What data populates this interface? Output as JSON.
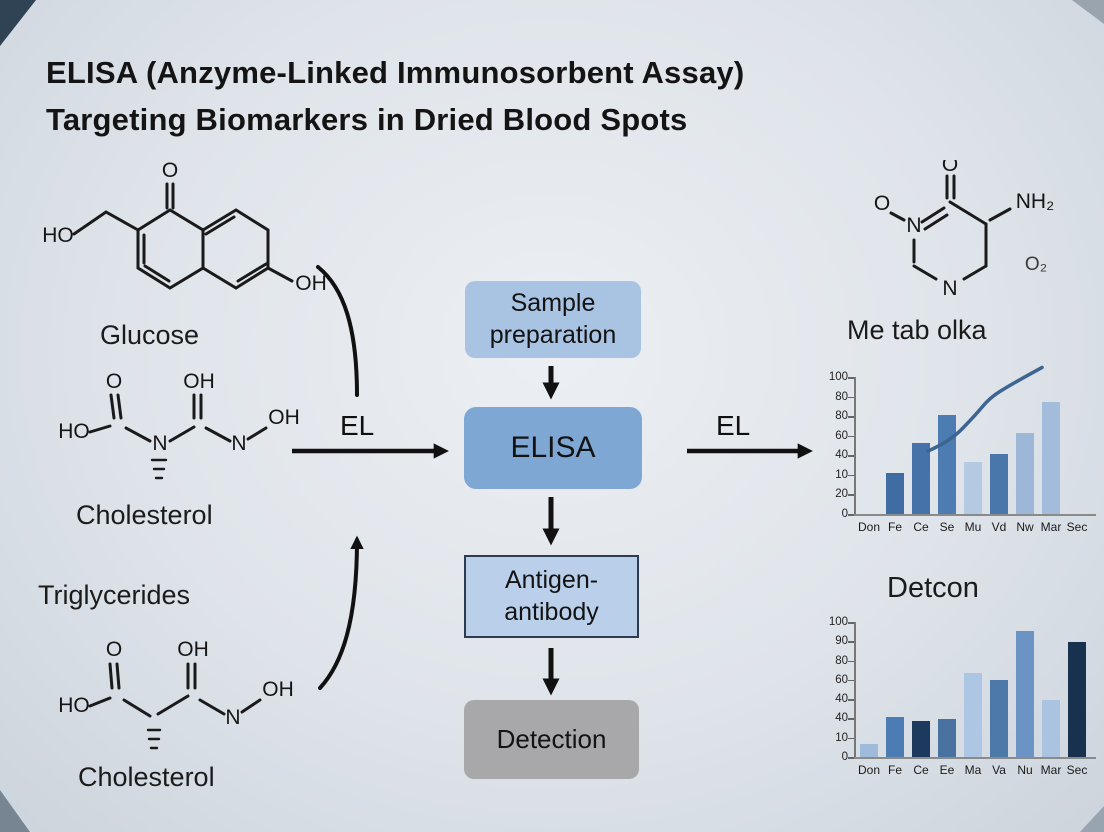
{
  "title": {
    "line1": "ELISA (Anzyme-Linked Immunosorbent Assay)",
    "line2": "Targeting Biomarkers in Dried Blood Spots"
  },
  "molecules": {
    "glucose": {
      "label": "Glucose",
      "atoms": {
        "ho": "HO",
        "o": "O",
        "oh": "OH"
      }
    },
    "cholesterol_top": {
      "label": "Cholesterol",
      "atoms": {
        "ho": "HO",
        "o": "O",
        "oh_top": "OH",
        "n_center": "N",
        "n_right": "N",
        "oh_right": "OH"
      }
    },
    "triglycerides": {
      "label": "Triglycerides"
    },
    "cholesterol_bottom": {
      "label": "Cholesterol",
      "atoms": {
        "ho": "HO",
        "o": "O",
        "oh_top": "OH",
        "n_right": "N",
        "oh_right": "OH"
      }
    },
    "metabolite": {
      "label": "Me tab olka",
      "atoms": {
        "o_top": "O",
        "o_left": "O",
        "n_left": "N",
        "n_bottom": "N",
        "nh2": "NH₂",
        "o2": "O₂"
      }
    }
  },
  "flowchart": {
    "sample_preparation": {
      "line1": "Sample",
      "line2": "preparation"
    },
    "elisa": {
      "label": "ELISA"
    },
    "antigen_antibody": {
      "line1": "Antigen-",
      "line2": "antibody"
    },
    "detection": {
      "label": "Detection"
    },
    "left_arrow_label": "EL",
    "right_arrow_label": "EL"
  },
  "chart_data": [
    {
      "id": "biomarker-trend",
      "type": "bar",
      "title": "",
      "categories": [
        "Don",
        "Fe",
        "Ce",
        "Se",
        "Mu",
        "Vd",
        "Nw",
        "Mar",
        "Sec"
      ],
      "values": [
        null,
        30,
        52,
        72,
        38,
        44,
        59,
        82,
        null
      ],
      "bar_colors": [
        "",
        "#3f6ca3",
        "#4573a9",
        "#4d7cb3",
        "#b4c9e2",
        "#4a77ab",
        "#9cb7d8",
        "#a3bcdb",
        ""
      ],
      "y_tick_labels": [
        "100",
        "80",
        "80",
        "60",
        "40",
        "10",
        "20",
        "0"
      ],
      "ylim": [
        0,
        100
      ],
      "grid": false,
      "legend": false,
      "trend_line": {
        "color": "#3c6591",
        "points": [
          [
            0.308,
            46
          ],
          [
            0.402,
            53
          ],
          [
            0.509,
            72
          ],
          [
            0.573,
            85
          ],
          [
            0.658,
            94
          ],
          [
            0.795,
            107
          ]
        ]
      }
    },
    {
      "id": "detcon",
      "type": "bar",
      "title": "Detcon",
      "categories": [
        "Don",
        "Fe",
        "Ce",
        "Ee",
        "Ma",
        "Va",
        "Nu",
        "Mar",
        "Sec"
      ],
      "values": [
        10,
        30,
        27,
        28,
        62,
        57,
        93,
        42,
        85
      ],
      "bar_colors": [
        "#9fbbdc",
        "#4b7cb4",
        "#1d3a5e",
        "#4a72a0",
        "#adc6e3",
        "#4c79a8",
        "#6b94c4",
        "#a9c3e0",
        "#17314f"
      ],
      "y_tick_labels": [
        "100",
        "90",
        "80",
        "60",
        "40",
        "40",
        "10",
        "0"
      ],
      "ylim": [
        0,
        100
      ],
      "grid": false,
      "legend": false
    }
  ],
  "colors": {
    "box_sample": "#a9c3e3",
    "box_elisa": "#7ea7d3",
    "box_antigen": "#bad0ea",
    "box_antigen_border": "#2e3b4e",
    "box_detection": "#a8a8aa",
    "arrow": "#111111",
    "corner_decoration": "#223649"
  }
}
